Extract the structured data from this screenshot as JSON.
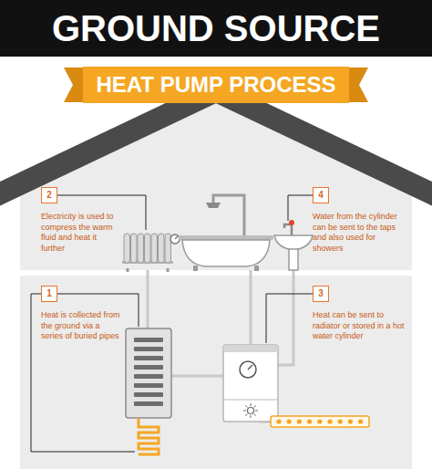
{
  "diagram": {
    "title": "GROUND SOURCE",
    "nodes": [
      {
        "text": [
          "HEAT PUMP PROCESS"
        ]
      },
      {
        "text": [
          "2",
          "Electricity is used to compress the warm fluid and heat it further"
        ]
      },
      {
        "text": [
          "4",
          "Water from the cylinder can be sent to the taps and also used for showers"
        ]
      },
      {
        "text": [
          "1",
          "Heat is collected from the ground via a series of buried pipes"
        ]
      },
      {
        "text": [
          "3",
          "Heat can be sent to radiator or stored in a hot water cylinder"
        ]
      }
    ]
  }
}
